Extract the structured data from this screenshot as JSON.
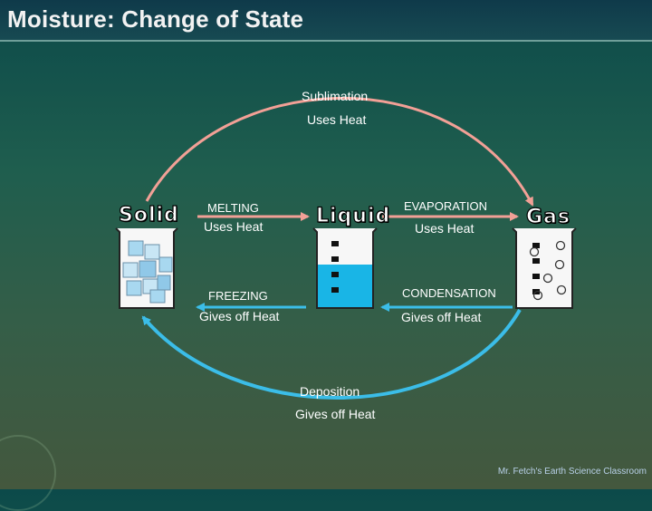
{
  "page": {
    "title": "Moisture: Change of State",
    "credit": "Mr. Fetch's Earth Science Classroom"
  },
  "states": {
    "solid": "Solid",
    "liquid": "Liquid",
    "gas": "Gas"
  },
  "processes": {
    "sublimation": {
      "name": "Sublimation",
      "heat": "Uses Heat"
    },
    "melting": {
      "name": "MELTING",
      "heat": "Uses Heat"
    },
    "evaporation": {
      "name": "EVAPORATION",
      "heat": "Uses Heat"
    },
    "freezing": {
      "name": "FREEZING",
      "heat": "Gives off Heat"
    },
    "condensation": {
      "name": "CONDENSATION",
      "heat": "Gives off Heat"
    },
    "deposition": {
      "name": "Deposition",
      "heat": "Gives off Heat"
    }
  },
  "colors": {
    "uses_heat_arrow": "#f2a096",
    "gives_heat_arrow": "#3bbde8",
    "water": "#19b5e6",
    "ice": "#a8d8f0"
  }
}
